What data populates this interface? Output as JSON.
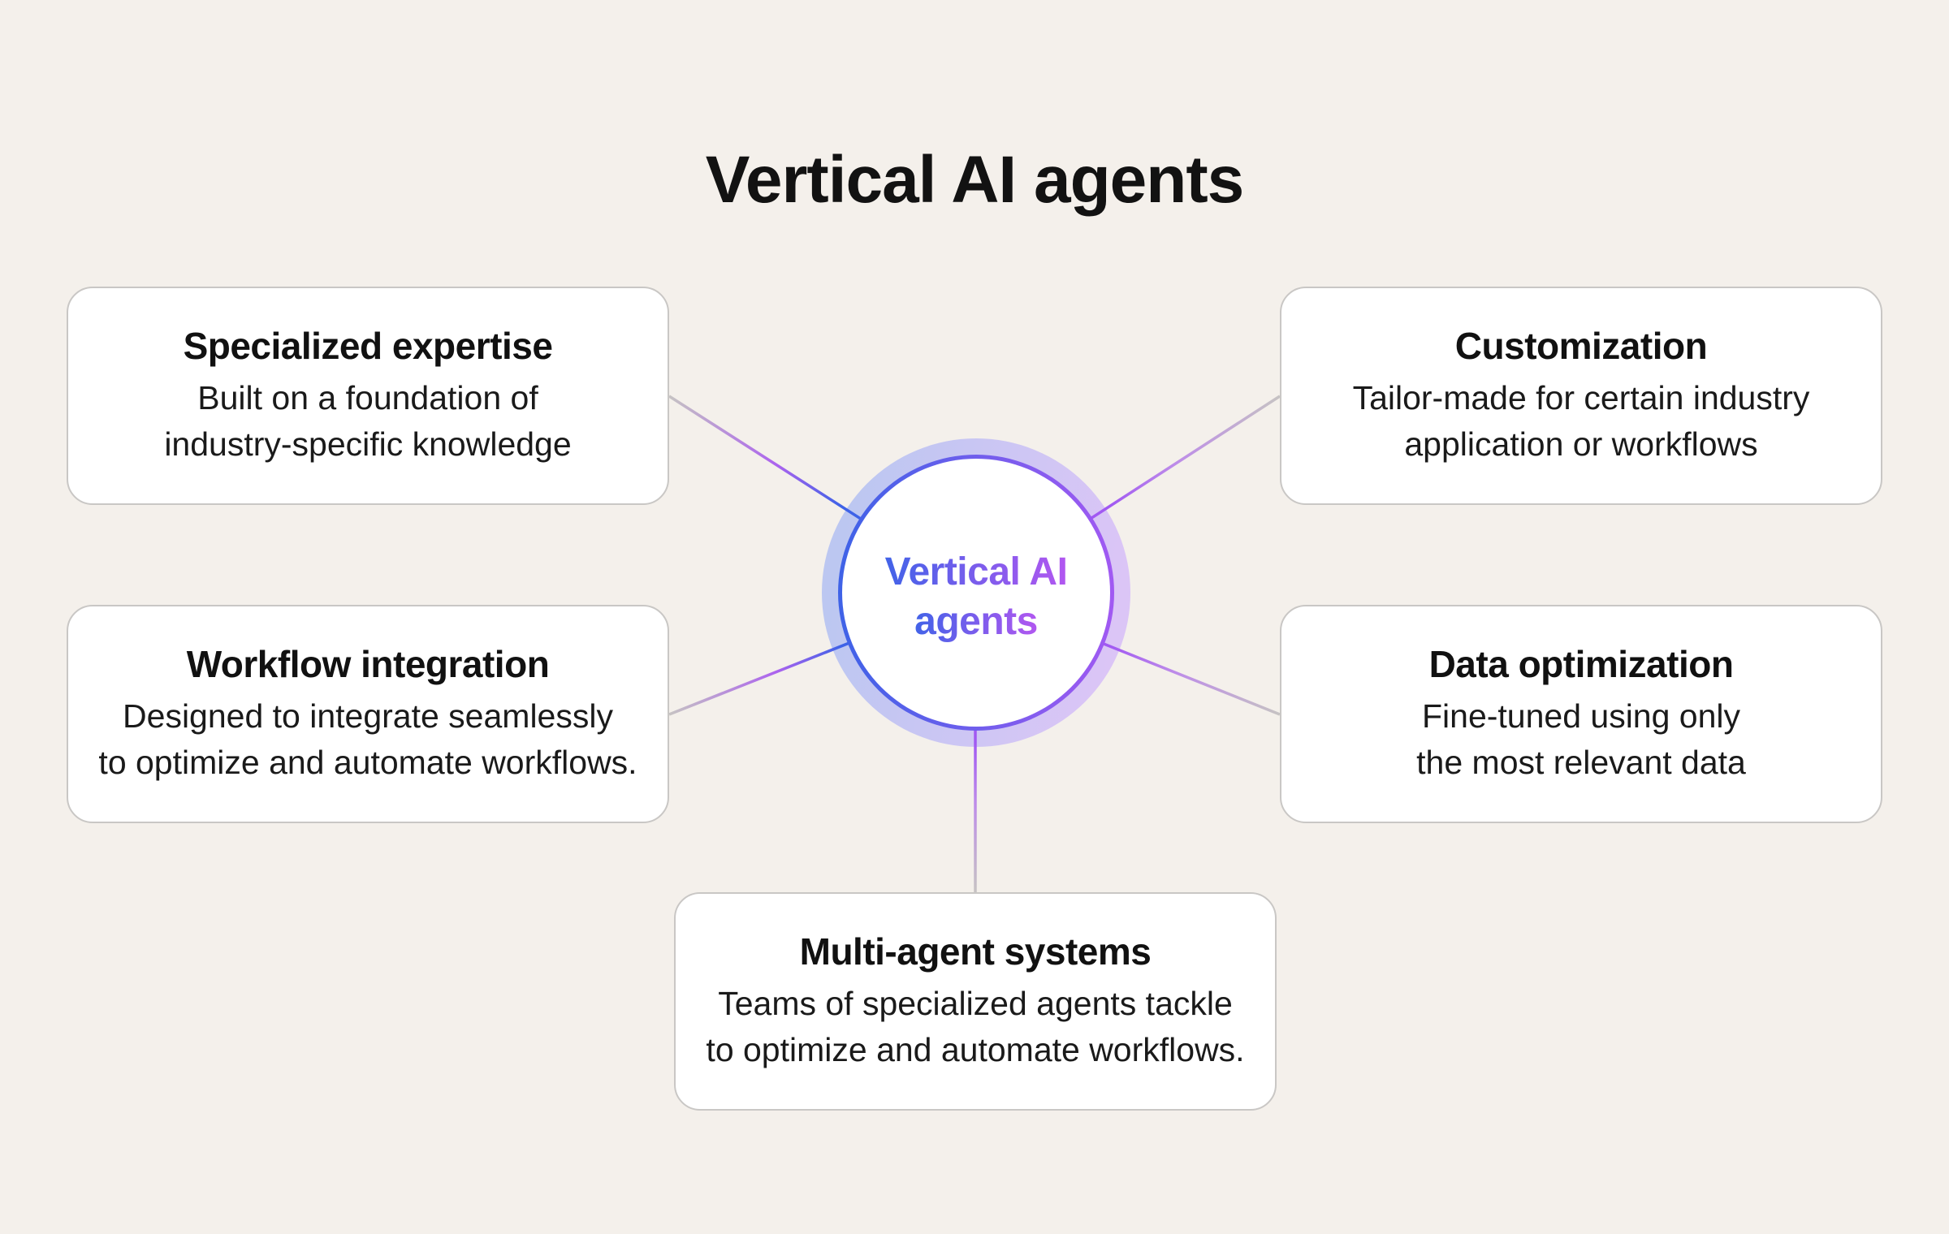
{
  "page": {
    "title": "Vertical AI agents"
  },
  "center": {
    "label_line1": "Vertical AI",
    "label_line2": "agents"
  },
  "cards": [
    {
      "id": "specialized-expertise",
      "title": "Specialized expertise",
      "line1": "Built on a foundation of",
      "line2": "industry-specific knowledge",
      "position": "top-left"
    },
    {
      "id": "customization",
      "title": "Customization",
      "line1": "Tailor-made for certain industry",
      "line2": "application or workflows",
      "position": "top-right"
    },
    {
      "id": "workflow-integration",
      "title": "Workflow integration",
      "line1": "Designed to integrate seamlessly",
      "line2": "to optimize and automate workflows.",
      "position": "middle-left"
    },
    {
      "id": "data-optimization",
      "title": "Data optimization",
      "line1": "Fine-tuned using only",
      "line2": "the most relevant data",
      "position": "middle-right"
    },
    {
      "id": "multi-agent-systems",
      "title": "Multi-agent systems",
      "line1": "Teams of specialized agents tackle",
      "line2": "to optimize and automate workflows.",
      "position": "bottom-center"
    }
  ],
  "colors": {
    "background": "#F4F0EB",
    "card_bg": "#FFFFFF",
    "card_border": "#C9C7C5",
    "title_text": "#121212",
    "body_text": "#1A1A1A",
    "accent_blue": "#3E62E7",
    "accent_purple": "#A159F2",
    "ring_blue": "#BCC7F1",
    "ring_purple": "#DBC5F6",
    "line_gray": "#C6C3C3",
    "line_purple_mid": "#AC63EE",
    "line_lavender": "#BD8BE9"
  }
}
